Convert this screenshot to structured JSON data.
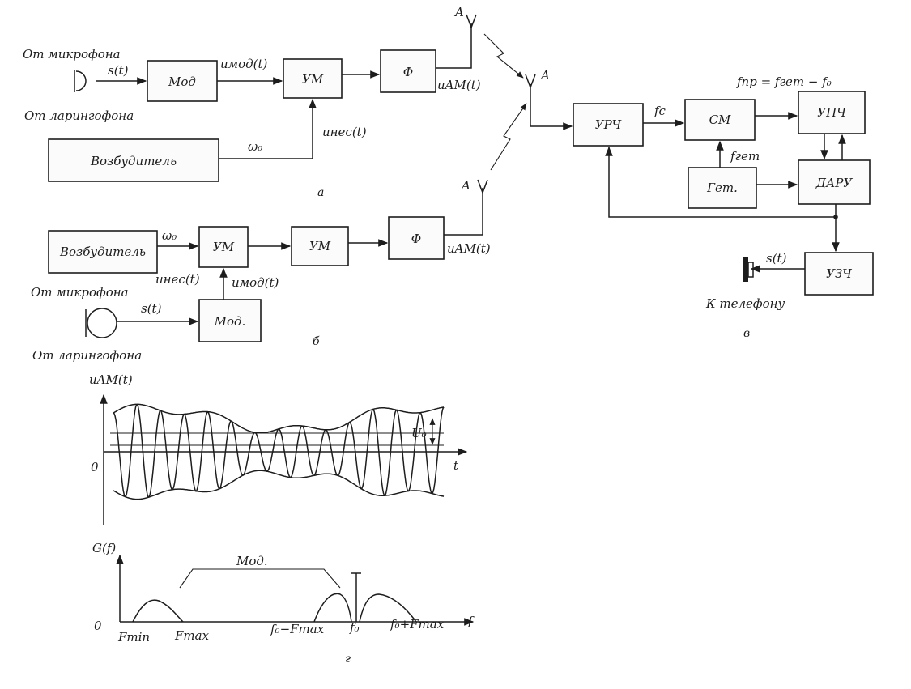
{
  "colors": {
    "ink": "#1d1d1d",
    "paper": "#ffffff"
  },
  "labels": {
    "antenna": "A",
    "from_mic": "От микрофона",
    "from_laryngophone": "От ларингофона",
    "s_t": "s(t)",
    "u_mod": "uмод(t)",
    "u_mod2": "uмод(t)",
    "u_nes": "uнес(t)",
    "u_nes2": "uнес(t)",
    "u_am": "uAM(t)",
    "u_am2": "uAM(t)",
    "omega0": "ω₀",
    "omega0b": "ω₀",
    "f_c": "fc",
    "f_pr": "fпр = fгет − f₀",
    "f_get": "fгет",
    "to_phone": "К телефону",
    "s_t_out": "s(t)",
    "cap_a": "а",
    "cap_b": "б",
    "cap_v": "в",
    "cap_g": "г"
  },
  "blocks": {
    "mod_a": "Мод",
    "um_a": "УМ",
    "f_a": "Ф",
    "exciter_a": "Возбудитель",
    "exciter_b": "Возбудитель",
    "um1_b": "УМ",
    "um2_b": "УМ",
    "f_b": "Ф",
    "mod_b": "Мод.",
    "urch": "УРЧ",
    "sm": "СМ",
    "ulch": "УПЧ",
    "get": "Гет.",
    "daru": "ДАРУ",
    "uzch": "УЗЧ"
  },
  "chart_data": [
    {
      "type": "line",
      "title": "",
      "ylabel": "uAM(t)",
      "xlabel": "t",
      "origin_label": "0",
      "amplitude_label": "U₀",
      "signal": "amplitude-modulated carrier",
      "carrier_cycles": 14
    },
    {
      "type": "area",
      "title": "",
      "ylabel": "G(f)",
      "xlabel": "f",
      "origin_label": "0",
      "annotation": "Мод.",
      "ticks": [
        "Fmin",
        "Fmax",
        "f₀−Fmax",
        "f₀",
        "f₀+Fmax"
      ]
    }
  ]
}
